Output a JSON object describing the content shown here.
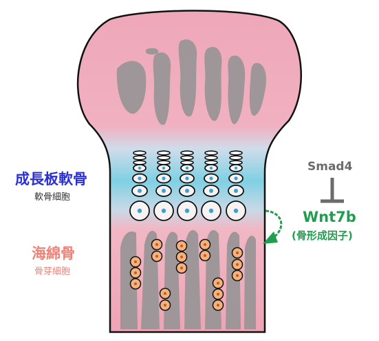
{
  "labels": {
    "growth_plate_cartilage": "成長板軟骨",
    "chondrocyte": "軟骨細胞",
    "spongy_bone": "海綿骨",
    "osteoblast": "骨芽細胞",
    "smad4": "Smad4",
    "wnt7b": "Wnt7b",
    "wnt7b_description": "(骨形成因子)"
  },
  "colors": {
    "bone_pink": "#eea7b8",
    "marrow_gray": "#9e9699",
    "cartilage_blue": "#7fd0e3",
    "cell_nucleus_blue": "#3aa0d8",
    "osteoblast_orange": "#f4b27c",
    "growth_plate_text": "#2a2fd6",
    "spongy_bone_text": "#ef8177",
    "inhibitor_gray": "#6b6b6b",
    "wnt7b_green": "#1f9e4d"
  },
  "icons": {
    "inhibition": "inhibition-t-bar-icon",
    "signal_arrow": "curved-arrow-icon"
  }
}
